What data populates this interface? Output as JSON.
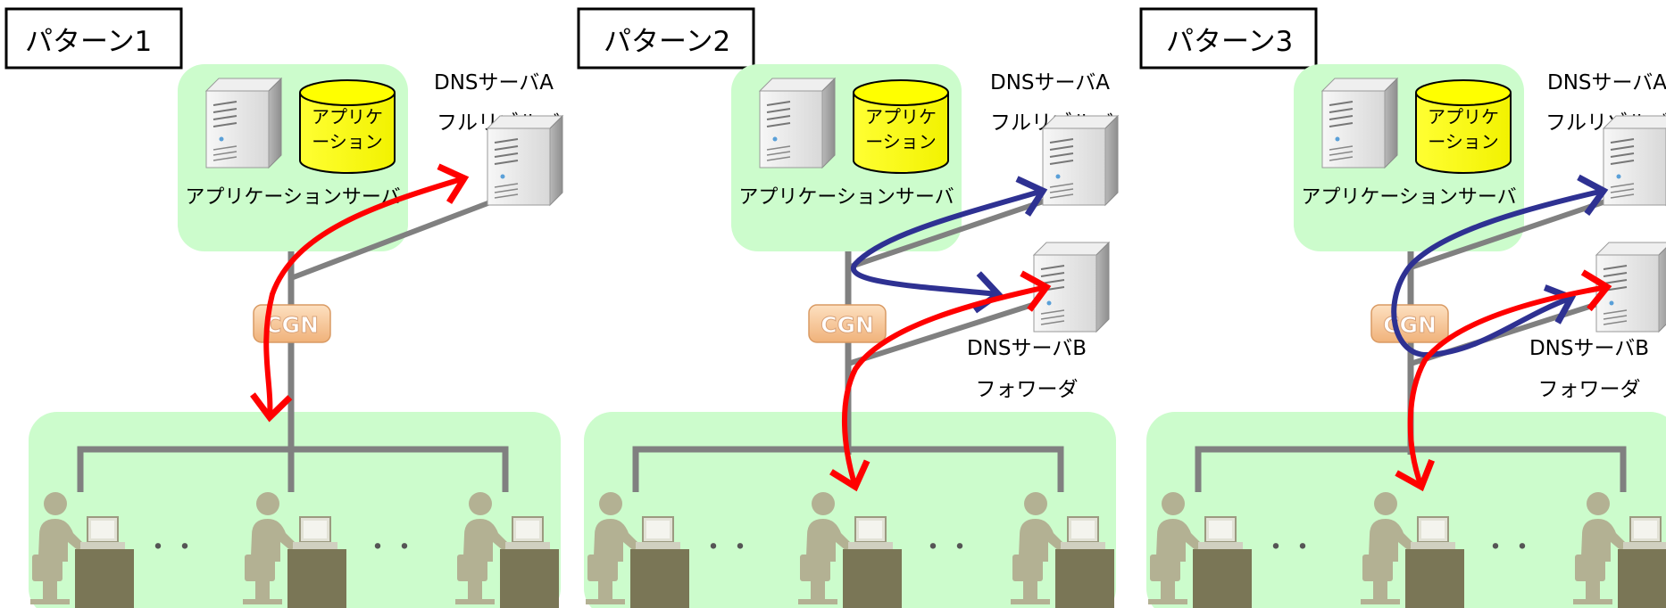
{
  "panels": [
    {
      "label": "パターン1",
      "app_server_label": "アプリケーションサーバ",
      "app_db_line1": "アプリケ",
      "app_db_line2": "ーション",
      "dns_a_line1": "DNSサーバA",
      "dns_a_line2": "フルリゾルバ",
      "cgn_label": "CGN",
      "dots": "・・"
    },
    {
      "label": "パターン2",
      "app_server_label": "アプリケーションサーバ",
      "app_db_line1": "アプリケ",
      "app_db_line2": "ーション",
      "dns_a_line1": "DNSサーバA",
      "dns_a_line2": "フルリゾルバ",
      "dns_b_line1": "DNSサーバB",
      "dns_b_line2": "フォワーダ",
      "cgn_label": "CGN",
      "dots": "・・"
    },
    {
      "label": "パターン3",
      "app_server_label": "アプリケーションサーバ",
      "app_db_line1": "アプリケ",
      "app_db_line2": "ーション",
      "dns_a_line1": "DNSサーバA",
      "dns_a_line2": "フルリゾルバ",
      "dns_b_line1": "DNSサーバB",
      "dns_b_line2": "フォワーダ",
      "cgn_label": "CGN",
      "dots": "・・"
    }
  ],
  "colors": {
    "zone_fill": "#ccfccc",
    "database_fill": "#ffff00",
    "line": "#808080",
    "arrow_red": "#ff0000",
    "arrow_blue": "#2e3192",
    "cgn_fill": "#f7c38f",
    "person": "#b3b193",
    "desk": "#7a7656"
  }
}
